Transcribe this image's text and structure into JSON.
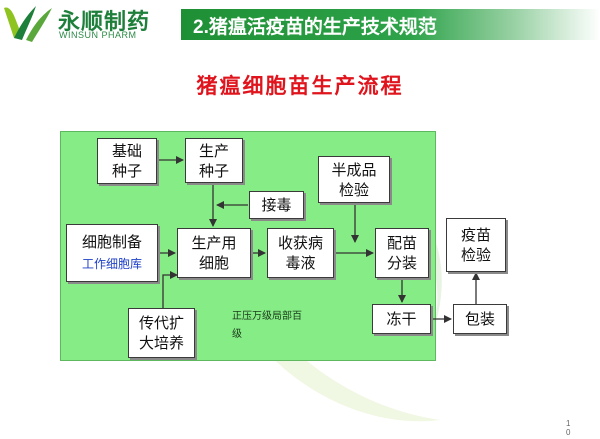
{
  "logo": {
    "name": "永顺制药",
    "sub": "WINSUN PHARM"
  },
  "header": {
    "title": "2.猪瘟活疫苗的生产技术规范"
  },
  "heading": "猪瘟细胞苗生产流程",
  "flow": {
    "base_seed": [
      "基础",
      "种子"
    ],
    "prod_seed": [
      "生产",
      "种子"
    ],
    "inoculate": "接毒",
    "semi_check": [
      "半成品",
      "检验"
    ],
    "cell_prep": [
      "细胞制备"
    ],
    "cell_bank": "工作细胞库",
    "prod_cell": [
      "生产用",
      "细胞"
    ],
    "harvest": [
      "收获病",
      "毒液"
    ],
    "dispense": [
      "配苗",
      "分装"
    ],
    "vaccine_check": [
      "疫苗",
      "检验"
    ],
    "passage": [
      "传代扩",
      "大培养"
    ],
    "freeze_dry": "冻干",
    "packaging": "包装",
    "note_lines": [
      "正压万级局部百",
      "级"
    ]
  },
  "page": {
    "number_lines": [
      "1",
      "0"
    ]
  },
  "colors": {
    "title_green": "#1e8f34",
    "panel_green": "#86ed86",
    "heading_red": "#e0141d",
    "bank_blue": "#1d3fc8",
    "logo_green": "#1d7f3a"
  }
}
